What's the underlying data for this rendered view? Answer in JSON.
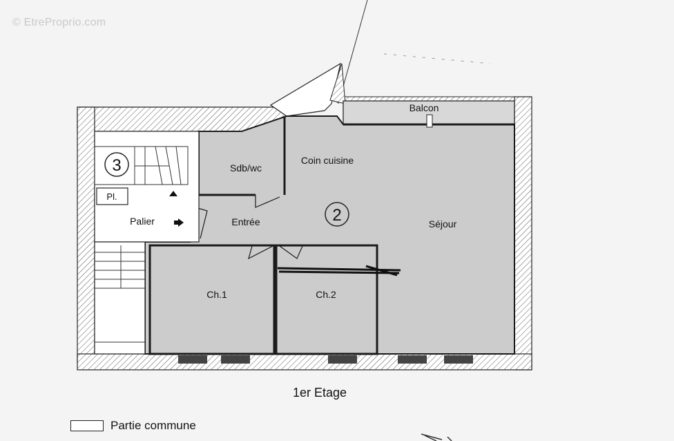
{
  "watermark": "© EtreProprio.com",
  "rooms": {
    "sdb": "Sdb/wc",
    "cuisine": "Coin cuisine",
    "balcon": "Balcon",
    "entree": "Entrée",
    "sejour": "Séjour",
    "ch1": "Ch.1",
    "ch2": "Ch.2",
    "palier": "Palier",
    "placard": "Pl."
  },
  "markers": {
    "lot_common": "3",
    "lot_private": "2"
  },
  "caption": "1er Etage",
  "legend": {
    "label": "Partie commune"
  },
  "colors": {
    "private_fill": "#cccccc",
    "common_fill": "#ffffff",
    "wall": "#1a1a1a"
  }
}
